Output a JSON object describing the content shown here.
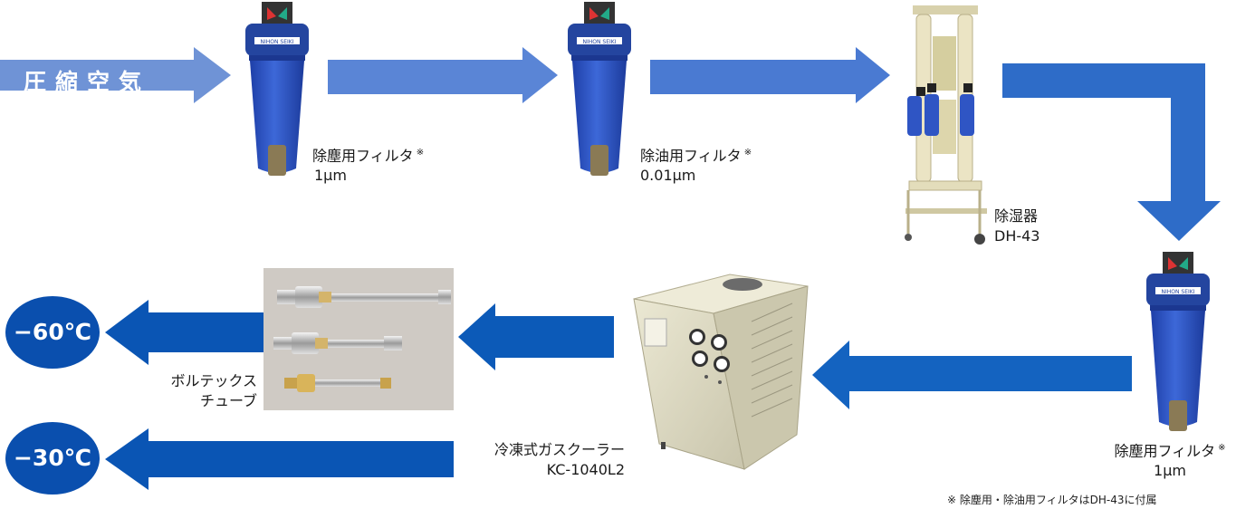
{
  "inlet_label": "圧縮空気",
  "filter1": {
    "name": "除塵用フィルタ",
    "mark": "※",
    "spec": "1μm",
    "brand": "NIHON SEIKI"
  },
  "filter2": {
    "name": "除油用フィルタ",
    "mark": "※",
    "spec": "0.01μm",
    "brand": "NIHON SEIKI"
  },
  "dryer": {
    "name": "除湿器",
    "model": "DH-43"
  },
  "filter3": {
    "name": "除塵用フィルタ",
    "mark": "※",
    "spec": "1μm",
    "brand": "NIHON SEIKI"
  },
  "cooler": {
    "name": "冷凍式ガスクーラー",
    "model": "KC-1040L2"
  },
  "vortex": {
    "line1": "ボルテックス",
    "line2": "チューブ"
  },
  "output_vortex": "−60℃",
  "output_cooler": "−30℃",
  "footnote": "※ 除塵用・除油用フィルタはDH-43に付属",
  "colors": {
    "arrow_light": "#6f93d6",
    "arrow_mid": "#3d74d0",
    "arrow_dark": "#0a55b4",
    "filter_blue": "#2f55c4",
    "dryer_body": "#ece6c8",
    "cooler_body": "#dfdcc6"
  }
}
